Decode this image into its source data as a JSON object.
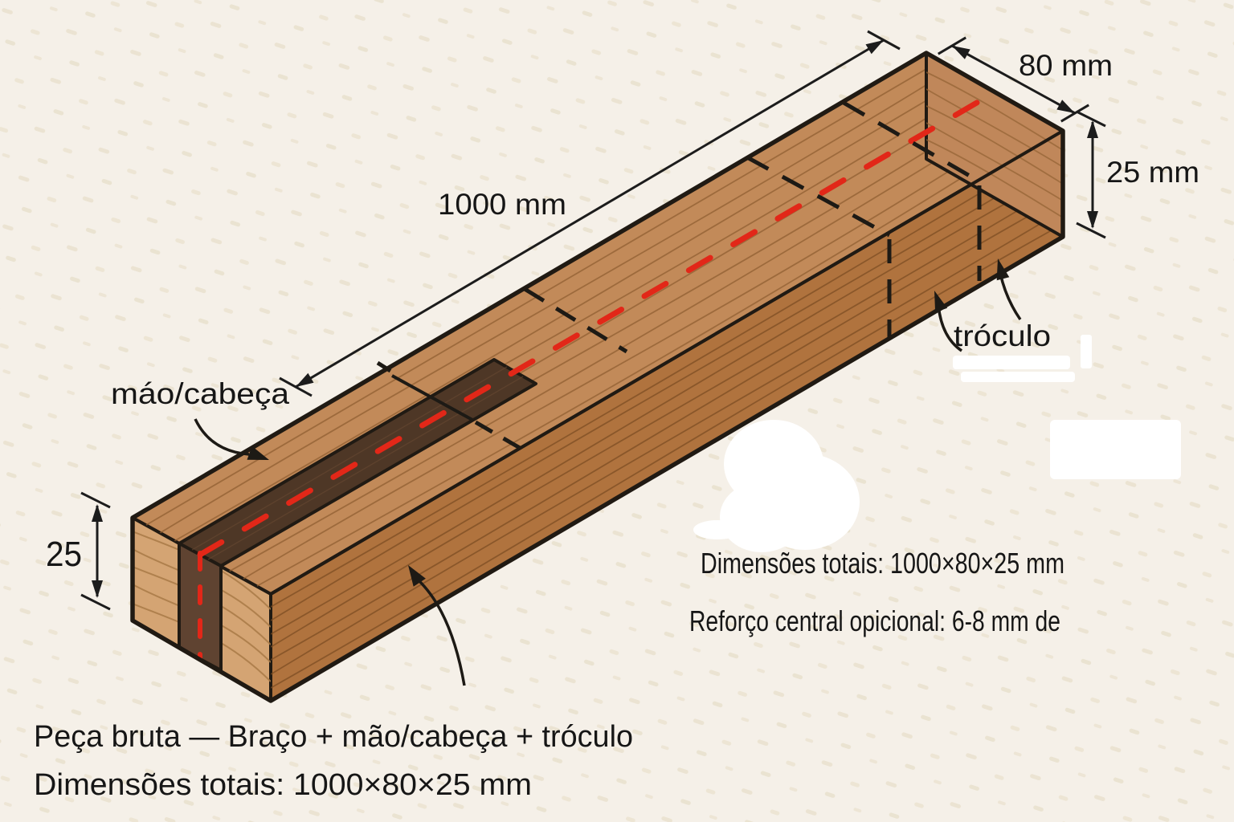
{
  "diagram": {
    "dimensions": {
      "length": "1000 mm",
      "width": "80 mm",
      "thickness_right": "25 mm",
      "thickness_left": "25"
    },
    "part_labels": {
      "hand_head": "máo/cabeça",
      "trochle": "tróculo"
    },
    "side_notes": {
      "line1": "Dimensões totais: 1000×80×25 mm",
      "line2": "Reforço central opicional: 6-8 mm de"
    },
    "caption": {
      "line1": "Peça bruta — Braço + mão/cabeça + tróculo",
      "line2": "Dimensões totais: 1000×80×25 mm"
    },
    "colors": {
      "background": "#f5f0e8",
      "wood_top": "#c28a59",
      "wood_front": "#b0733e",
      "wood_end_left": "#d4a473",
      "wood_end_right": "#c0875a",
      "groove_dark": "#4e3726",
      "groove_end_dark": "#5f4331",
      "centerline_red": "#e22718",
      "outline_black": "#201a13"
    }
  }
}
